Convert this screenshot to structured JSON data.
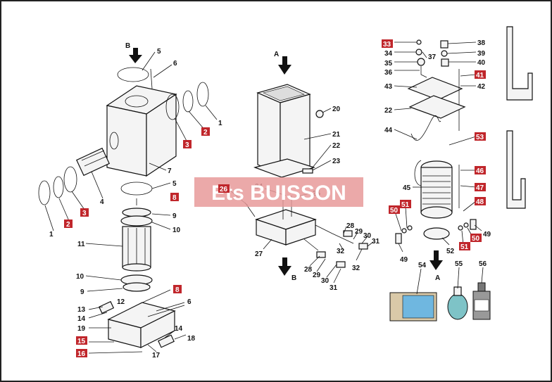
{
  "watermark": "Ets BUISSON",
  "tag_color": "#c0262b",
  "arrows": {
    "B_top": "B",
    "A_top": "A",
    "B_bottom": "B",
    "A_bottom": "A"
  },
  "labels_plain": {
    "l1a": "1",
    "l1b": "1",
    "l4": "4",
    "l5a": "5",
    "l5b": "5",
    "l6a": "6",
    "l6b": "6",
    "l7": "7",
    "l9a": "9",
    "l9b": "9",
    "l10a": "10",
    "l10b": "10",
    "l11": "11",
    "l12": "12",
    "l13": "13",
    "l14a": "14",
    "l14b": "14",
    "l17": "17",
    "l18": "18",
    "l19": "19",
    "l20": "20",
    "l21": "21",
    "l22a": "22",
    "l22b": "22",
    "l23": "23",
    "l24": "24",
    "l25": "25",
    "l27": "27",
    "l28a": "28",
    "l28b": "28",
    "l29a": "29",
    "l29b": "29",
    "l30a": "30",
    "l30b": "30",
    "l31a": "31",
    "l31b": "31",
    "l32a": "32",
    "l32b": "32",
    "l34": "34",
    "l35": "35",
    "l36": "36",
    "l37": "37",
    "l38": "38",
    "l39": "39",
    "l40": "40",
    "l42": "42",
    "l43": "43",
    "l44": "44",
    "l45": "45",
    "l49a": "49",
    "l49b": "49",
    "l52": "52",
    "l54": "54",
    "l55": "55",
    "l56": "56"
  },
  "labels_tag": {
    "t2a": "2",
    "t2b": "2",
    "t3a": "3",
    "t3b": "3",
    "t8a": "8",
    "t8b": "8",
    "t15": "15",
    "t16": "16",
    "t26": "26",
    "t33": "33",
    "t41": "41",
    "t46": "46",
    "t47": "47",
    "t48": "48",
    "t50a": "50",
    "t50b": "50",
    "t51a": "51",
    "t51b": "51",
    "t53": "53"
  }
}
